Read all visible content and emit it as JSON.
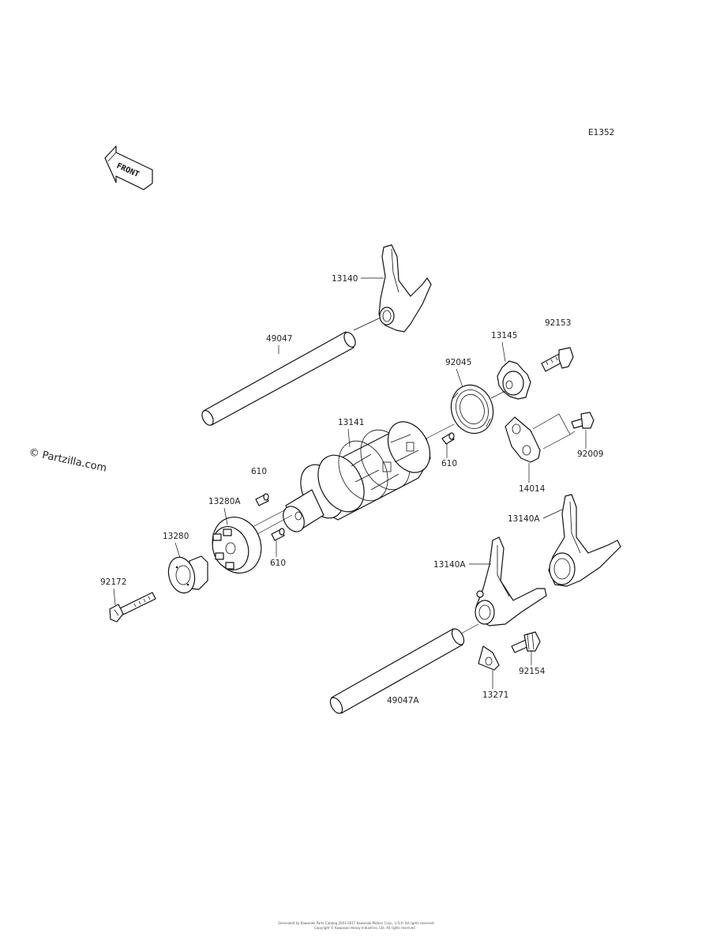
{
  "diagram": {
    "code": "E1352",
    "front_arrow_text": "FRONT",
    "watermark": "© Partzilla.com",
    "footer_lines": [
      "Generated by Kawasaki Parts Catalog 2001-2017 Kawasaki Motors Corp., U.S.A. All rights reserved",
      "Copyright © Kawasaki Heavy Industries, Ltd. All rights reserved"
    ]
  },
  "callouts": [
    {
      "id": "fork-upper",
      "text": "13140"
    },
    {
      "id": "shaft-upper",
      "text": "49047"
    },
    {
      "id": "bolt-top-right",
      "text": "92153"
    },
    {
      "id": "cam-plate",
      "text": "13145"
    },
    {
      "id": "bearing",
      "text": "92045"
    },
    {
      "id": "drum",
      "text": "13141"
    },
    {
      "id": "pin-right",
      "text": "610"
    },
    {
      "id": "bolt-right",
      "text": "92009"
    },
    {
      "id": "plate",
      "text": "14014"
    },
    {
      "id": "pin-top",
      "text": "610"
    },
    {
      "id": "pin-holder",
      "text": "13280A"
    },
    {
      "id": "pin-lower",
      "text": "610"
    },
    {
      "id": "fork-right",
      "text": "13140A"
    },
    {
      "id": "cam",
      "text": "13280"
    },
    {
      "id": "fork-lower",
      "text": "13140A"
    },
    {
      "id": "bolt-left",
      "text": "92172"
    },
    {
      "id": "bolt-lower",
      "text": "92154"
    },
    {
      "id": "shaft-lower",
      "text": "49047A"
    },
    {
      "id": "stopper",
      "text": "13271"
    }
  ]
}
